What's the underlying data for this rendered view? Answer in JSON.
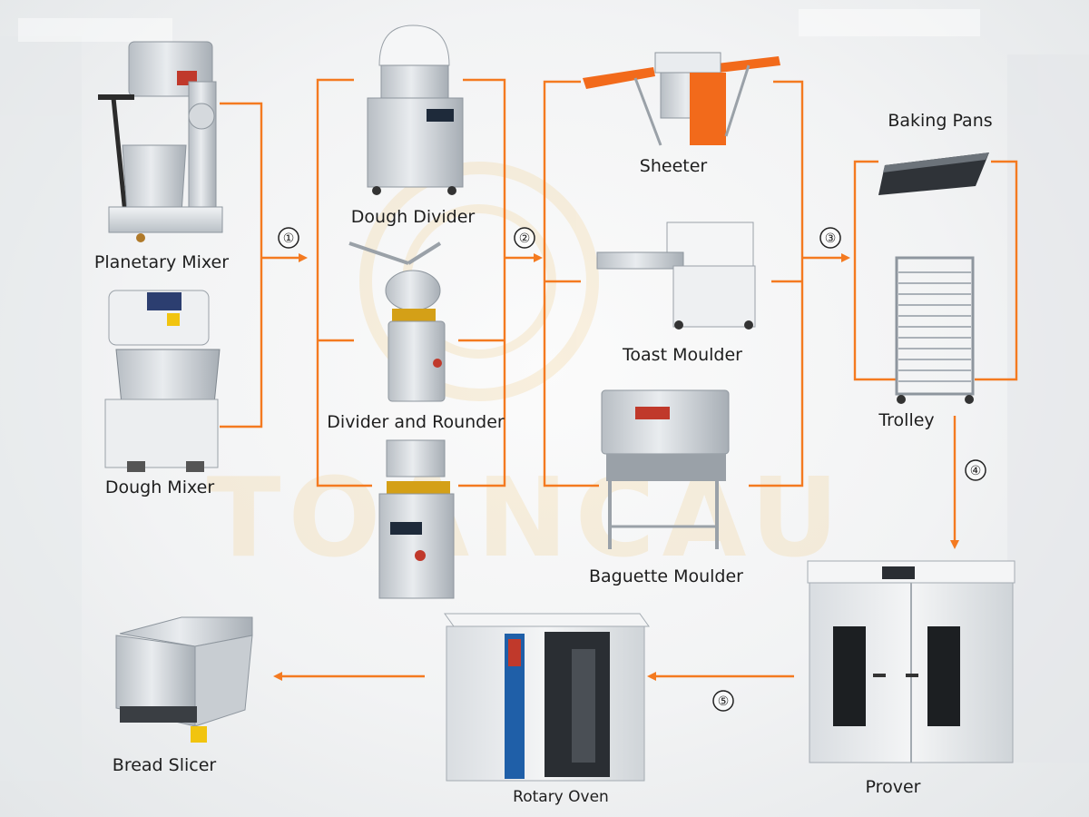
{
  "colors": {
    "accent": "#f47a20",
    "steel": "#c9ced3",
    "steel_dark": "#8e969e",
    "orange_frame": "#f26a1b",
    "watermark": "#f3d9a8"
  },
  "watermark_text": "TOANCAU",
  "steps": [
    "①",
    "②",
    "③",
    "④",
    "⑤"
  ],
  "machines": {
    "planetary_mixer": "Planetary Mixer",
    "dough_mixer": "Dough Mixer",
    "dough_divider": "Dough Divider",
    "divider_rounder": "Divider and Rounder",
    "sheeter": "Sheeter",
    "toast_moulder": "Toast Moulder",
    "baguette_moulder": "Baguette Moulder",
    "baking_pans": "Baking Pans",
    "trolley": "Trolley",
    "prover": "Prover",
    "rotary_oven": "Rotary Oven",
    "bread_slicer": "Bread Slicer"
  }
}
